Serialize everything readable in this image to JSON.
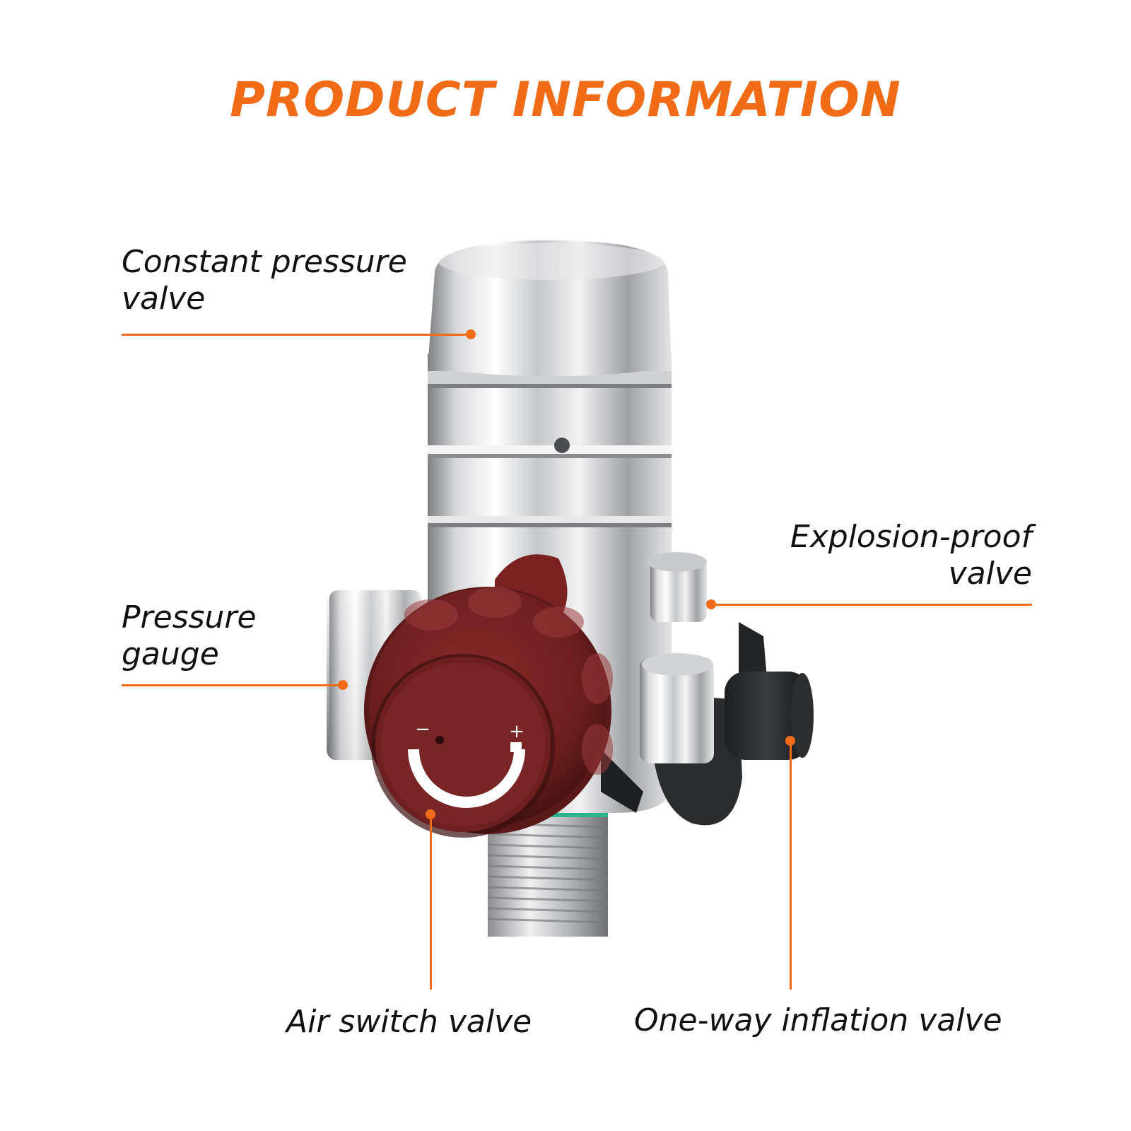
{
  "title": "PRODUCT INFORMATION",
  "accent_color": "#f26b16",
  "labels": {
    "constant_pressure": [
      "Constant pressure",
      "valve"
    ],
    "pressure_gauge": [
      "Pressure",
      "gauge"
    ],
    "explosion_proof": [
      "Explosion-proof",
      "valve"
    ],
    "air_switch": "Air switch valve",
    "one_way": "One-way inflation valve"
  },
  "knob_marks": {
    "minus": "−",
    "plus": "+"
  }
}
